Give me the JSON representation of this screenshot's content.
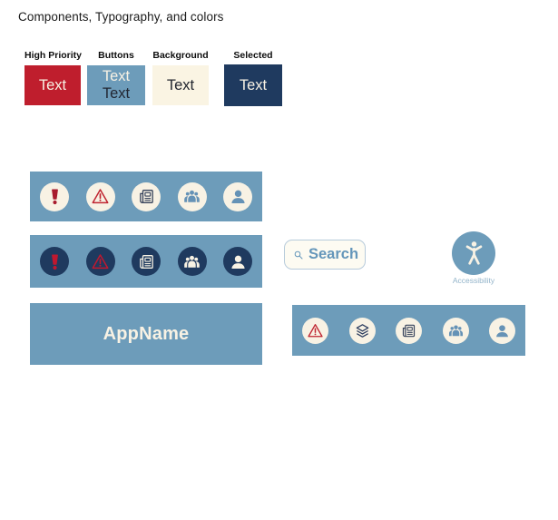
{
  "page": {
    "title": "Components, Typography, and colors",
    "background": "#ffffff"
  },
  "palette": {
    "swatches": [
      {
        "label": "High Priority",
        "box_color": "#bf1e2d",
        "lines": [
          {
            "text": "Text",
            "color": "#f8f2e4"
          }
        ]
      },
      {
        "label": "Buttons",
        "box_color": "#6d9cba",
        "lines": [
          {
            "text": "Text",
            "color": "#f8f2e4"
          },
          {
            "text": "Text",
            "color": "#222733"
          }
        ]
      },
      {
        "label": "Background",
        "box_color": "#faf4e3",
        "lines": [
          {
            "text": "Text",
            "color": "#21252e"
          }
        ]
      },
      {
        "label": "Selected",
        "box_color": "#1f3a5f",
        "lines": [
          {
            "text": "Text",
            "color": "#f8f2e4"
          }
        ]
      }
    ]
  },
  "icon_bars": {
    "bar_color": "#6d9cba",
    "light_circle": "#f8f2e4",
    "dark_circle": "#1f3a5f",
    "rows": [
      {
        "name": "icon-row-light",
        "icons": [
          "high-priority-exclamation-icon",
          "warning-triangle-icon",
          "news-icon",
          "people-group-icon",
          "person-icon"
        ]
      },
      {
        "name": "icon-row-selected",
        "icons": [
          "high-priority-exclamation-icon",
          "warning-triangle-icon",
          "news-icon",
          "people-group-icon",
          "person-icon"
        ]
      },
      {
        "name": "icon-row-light-alt",
        "icons": [
          "warning-triangle-icon",
          "layers-icon",
          "news-icon",
          "people-group-icon",
          "person-icon"
        ]
      }
    ]
  },
  "colors": {
    "exclamation_red": "#a81b2e",
    "exclamation_red_bright": "#c0182f",
    "triangle_red": "#bf2430",
    "news_navy": "#35415a",
    "layers_navy": "#2b3c5e",
    "figure_blue": "#6592b6",
    "cream_icon": "#f8f2e4"
  },
  "app_banner": {
    "label": "AppName",
    "background": "#6d9cba",
    "text_color": "#f8f2e4"
  },
  "search": {
    "label": "Search",
    "text_color": "#6496ba",
    "background": "#fdfbf2",
    "border_color": "#b7cbdb",
    "icon": "search-icon"
  },
  "accessibility": {
    "label": "Accessibility",
    "circle_color": "#6d9cba",
    "icon_color": "#f8f2e4",
    "label_color": "#93b4ca"
  }
}
